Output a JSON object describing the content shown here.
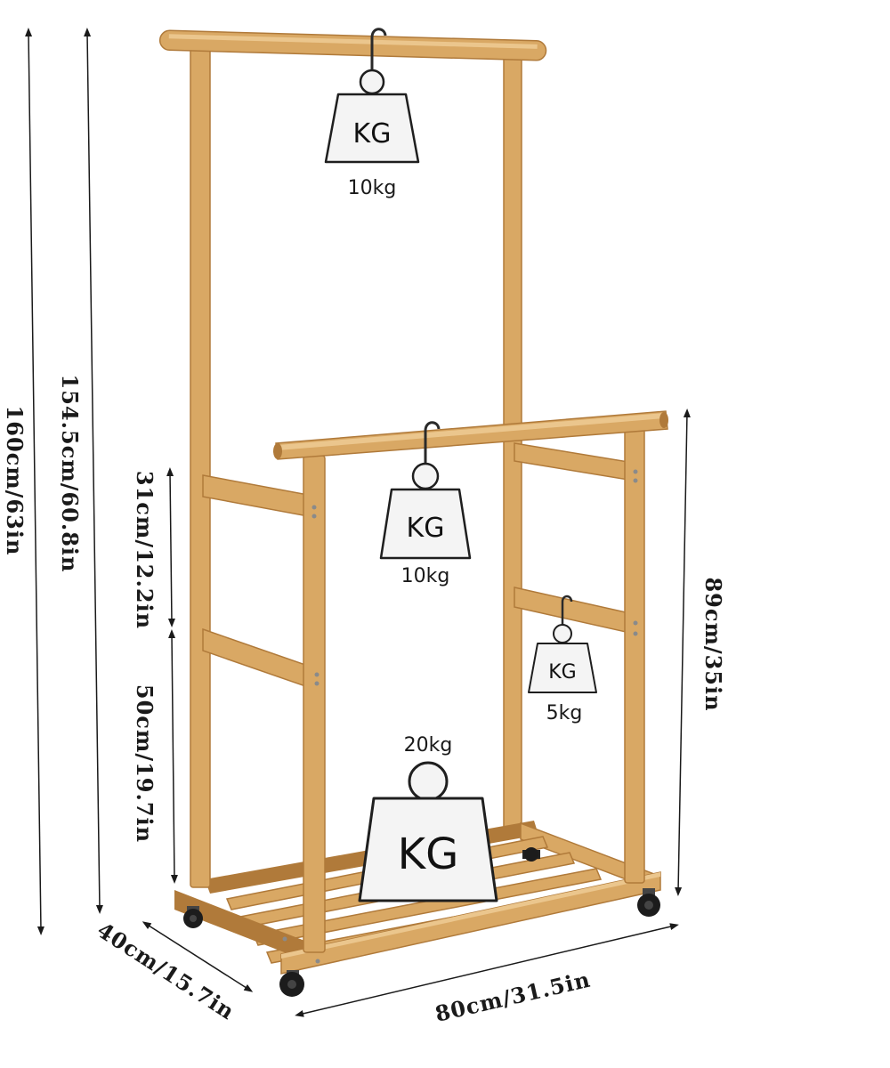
{
  "colors": {
    "wood": "#D9A864",
    "wood_dark": "#B07A3A",
    "wood_light": "#EBC68D",
    "line": "#1a1a1a",
    "weight_fill": "#f4f4f4",
    "weight_stroke": "#1f1f1f"
  },
  "dimensions": {
    "total_height": "160cm/63in",
    "rail_height": "154.5cm/60.8in",
    "upper_gap": "31cm/12.2in",
    "lower_gap": "50cm/19.7in",
    "lower_rack_height": "89cm/35in",
    "depth": "40cm/15.7in",
    "width": "80cm/31.5in"
  },
  "weights": {
    "top_rail": {
      "icon": "KG",
      "label": "10kg"
    },
    "middle_rail": {
      "icon": "KG",
      "label": "10kg"
    },
    "side_bar": {
      "icon": "KG",
      "label": "5kg"
    },
    "shelf": {
      "icon": "KG",
      "label": "20kg"
    }
  }
}
